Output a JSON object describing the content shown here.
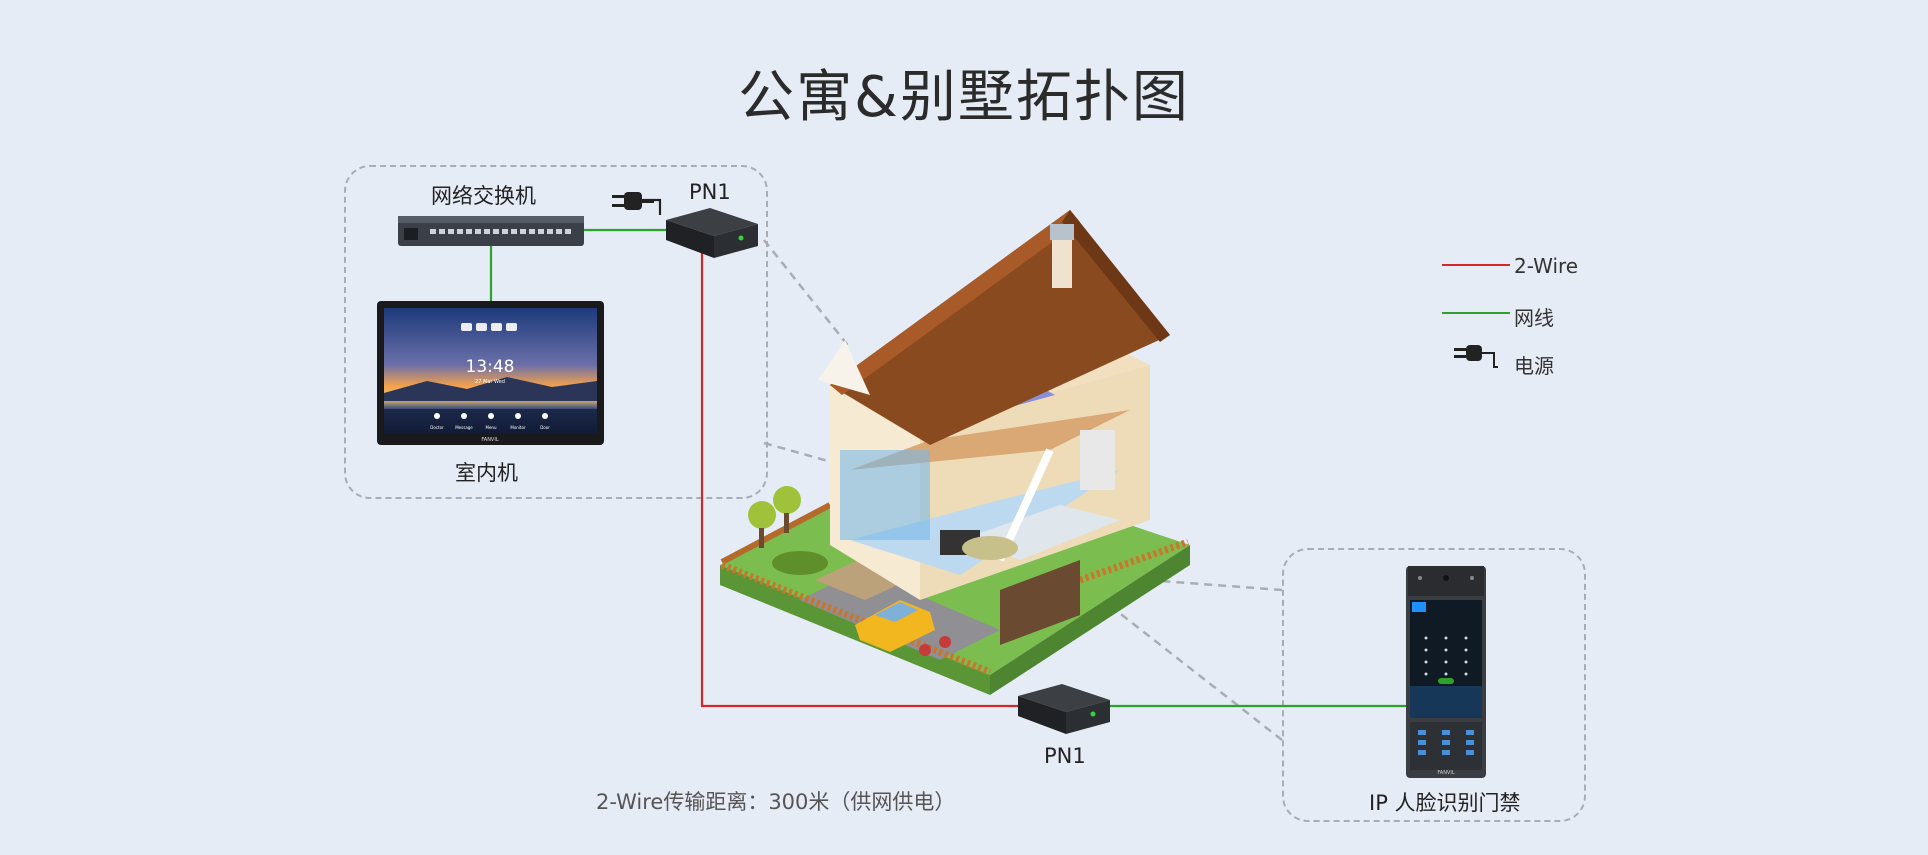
{
  "title": "公寓&别墅拓扑图",
  "labels": {
    "switch": "网络交换机",
    "pn1_top": "PN1",
    "indoor": "室内机",
    "pn1_bottom": "PN1",
    "face_door": "IP 人脸识别门禁",
    "distance_note": "2-Wire传输距离：300米（供网供电）"
  },
  "legend": {
    "two_wire": "2-Wire",
    "network": "网线",
    "power": "电源"
  },
  "screen": {
    "time": "13:48",
    "date": "27 Mar Wed",
    "dock": [
      "Doctor",
      "Message",
      "Menu",
      "Monitor",
      "Door"
    ],
    "brand": "FANVIL"
  },
  "colors": {
    "two_wire": "#d42828",
    "network": "#2ca12c",
    "dash": "#a9adb3",
    "background": "#e6ecf6"
  }
}
